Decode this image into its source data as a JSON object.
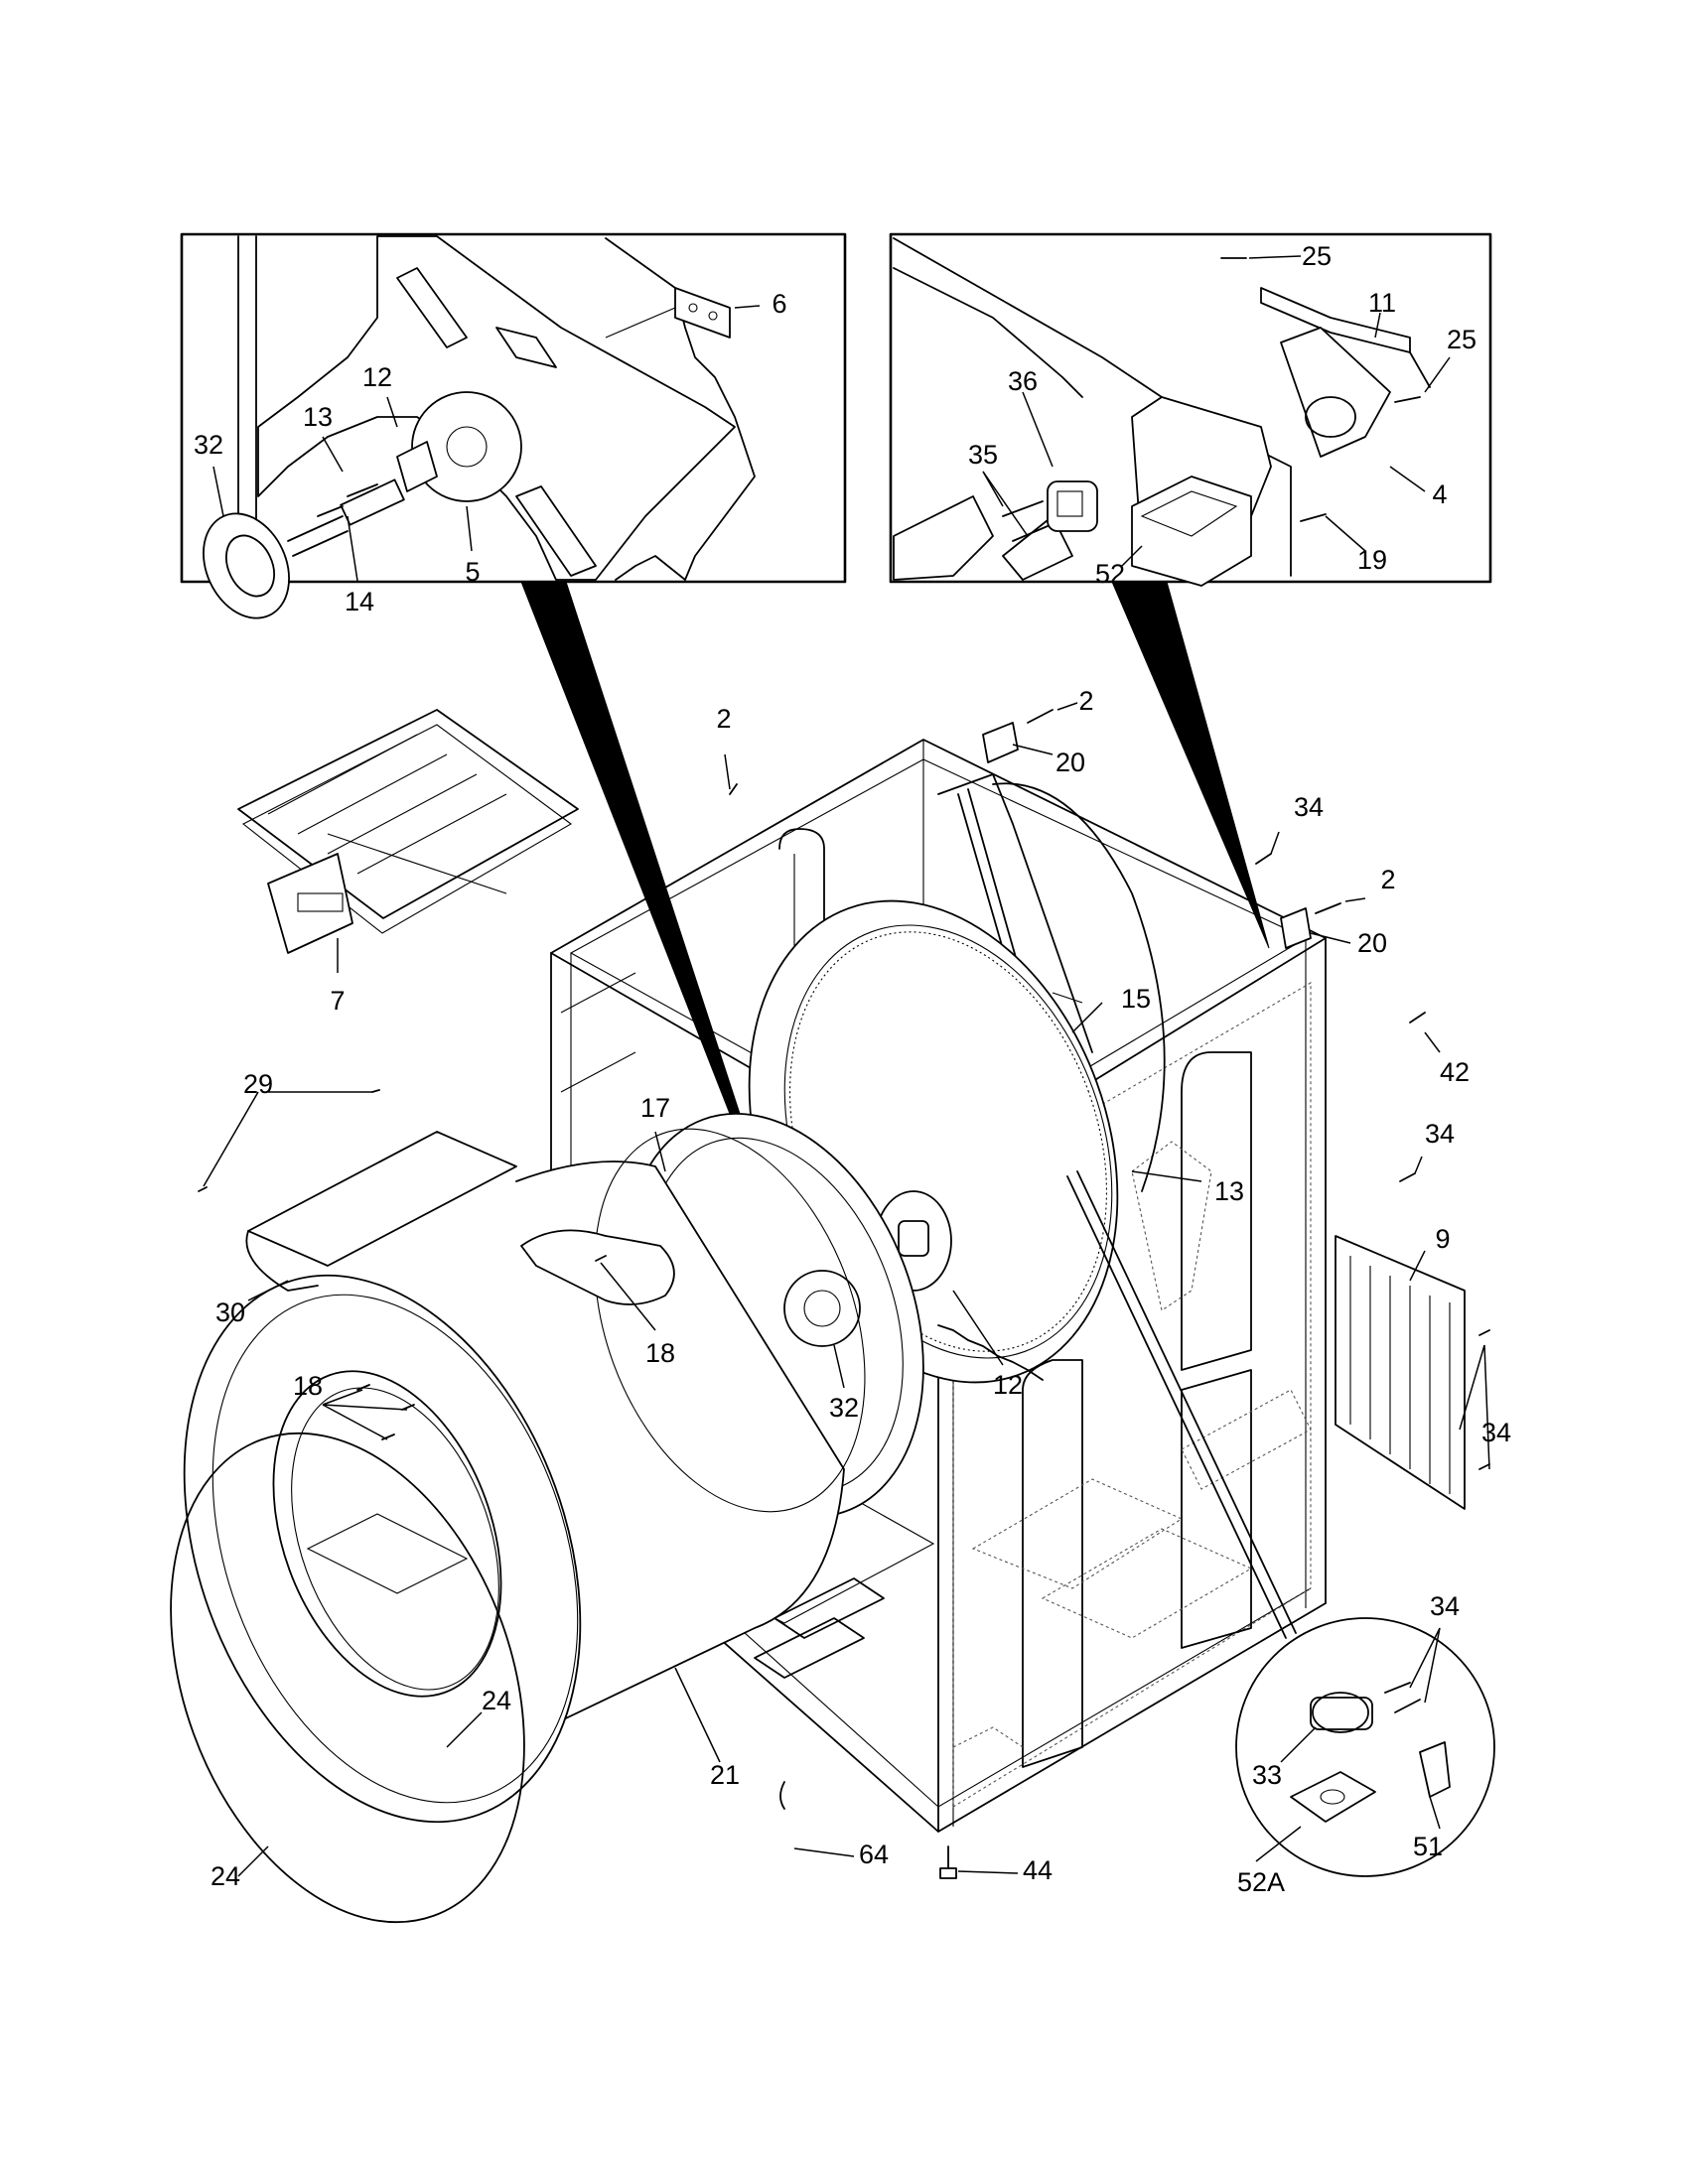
{
  "diagram": {
    "inset_left_labels": [
      "6",
      "12",
      "13",
      "32",
      "14",
      "5"
    ],
    "inset_right_labels": [
      "25",
      "11",
      "25",
      "36",
      "35",
      "4",
      "19",
      "52"
    ],
    "main_labels": [
      "2",
      "2",
      "20",
      "34",
      "2",
      "20",
      "7",
      "15",
      "42",
      "29",
      "17",
      "34",
      "13",
      "9",
      "30",
      "18",
      "12",
      "32",
      "34",
      "18",
      "34",
      "24",
      "21",
      "33",
      "51",
      "24",
      "64",
      "44",
      "52A"
    ]
  }
}
